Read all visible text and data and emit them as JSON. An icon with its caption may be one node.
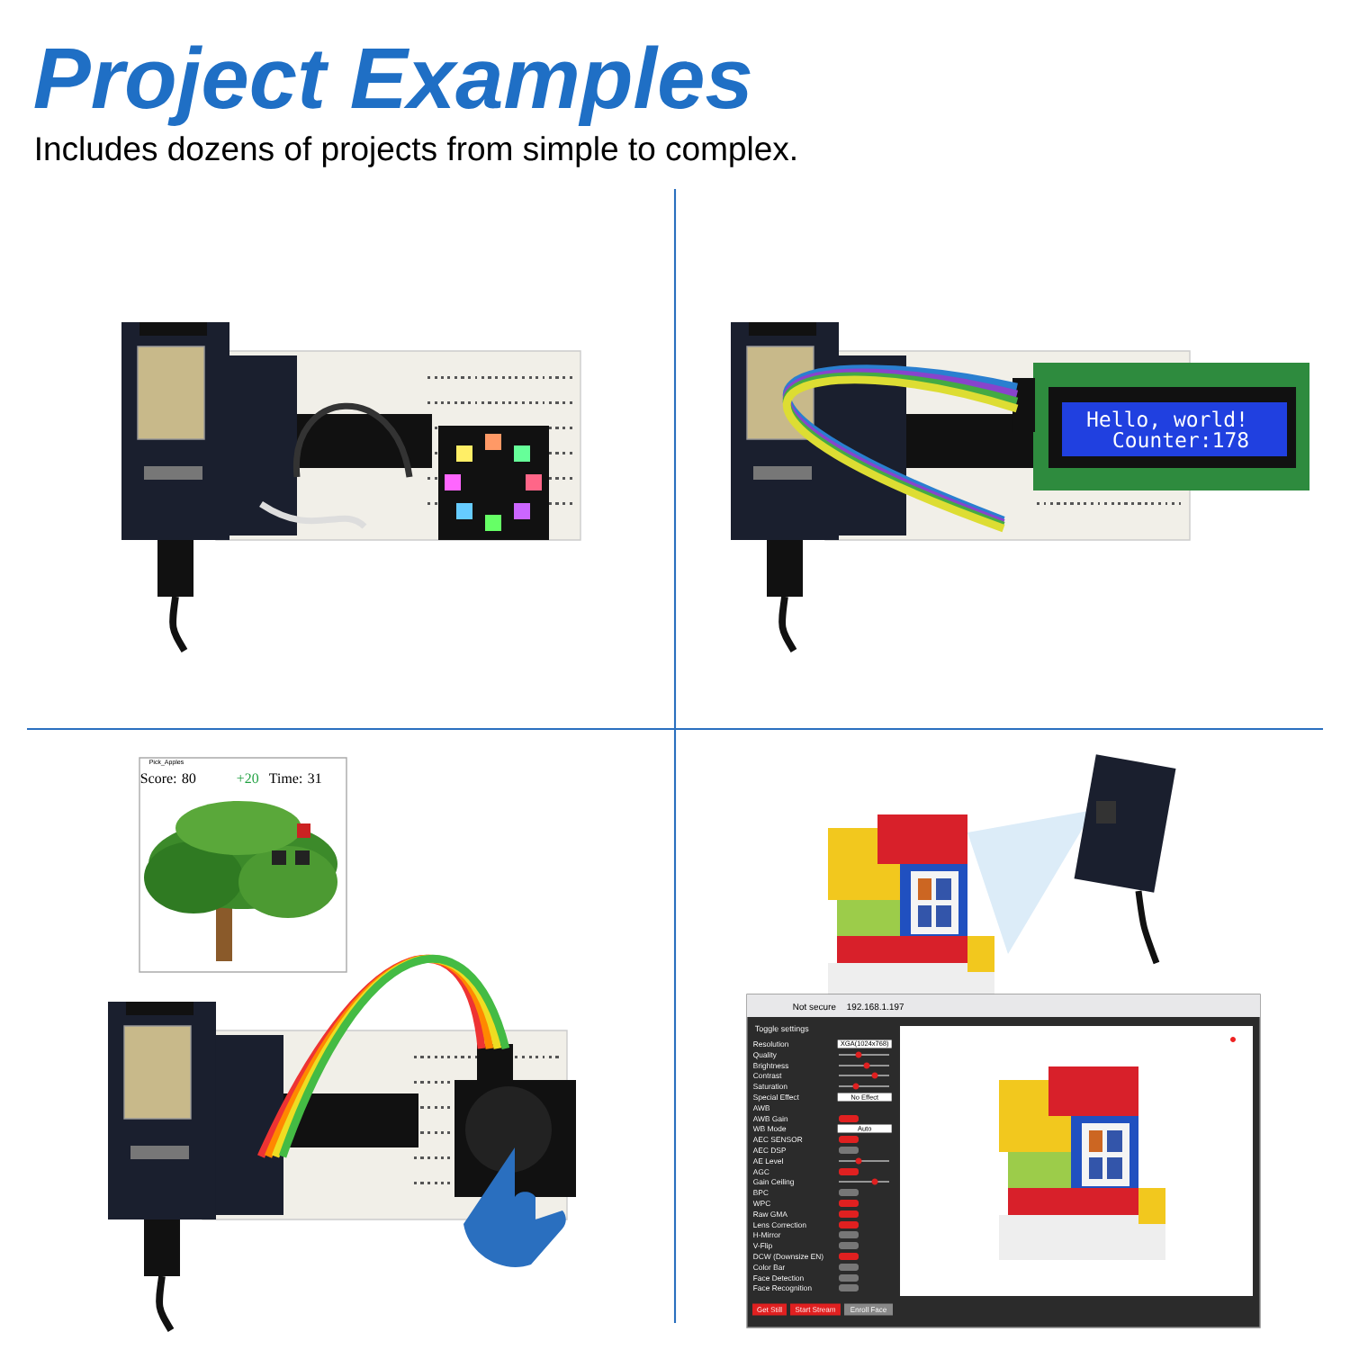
{
  "diagram": {
    "title": "Project Examples",
    "caption": "Includes dozens of projects from simple to complex.",
    "labels": [
      "Pick_Apples",
      "Score: 80",
      "+20",
      "Time: 31",
      "Hello, world!",
      "Counter:178",
      "Not secure",
      "192.168.1.197",
      "Toggle settings",
      "Resolution",
      "Quality",
      "Brightness",
      "Contrast",
      "Saturation",
      "Special Effect",
      "AWB",
      "AWB Gain",
      "WB Mode",
      "AEC SENSOR",
      "AEC DSP",
      "AE Level",
      "AGC",
      "Gain Ceiling",
      "BPC",
      "WPC",
      "Raw GMA",
      "Lens Correction",
      "H-Mirror",
      "V-Flip",
      "DCW (Downsize EN)",
      "Color Bar",
      "Face Detection",
      "Face Recognition",
      "Get Still",
      "Start Stream",
      "Enroll Face",
      "XGA(1024x768)",
      "No Effect",
      "Auto"
    ]
  }
}
